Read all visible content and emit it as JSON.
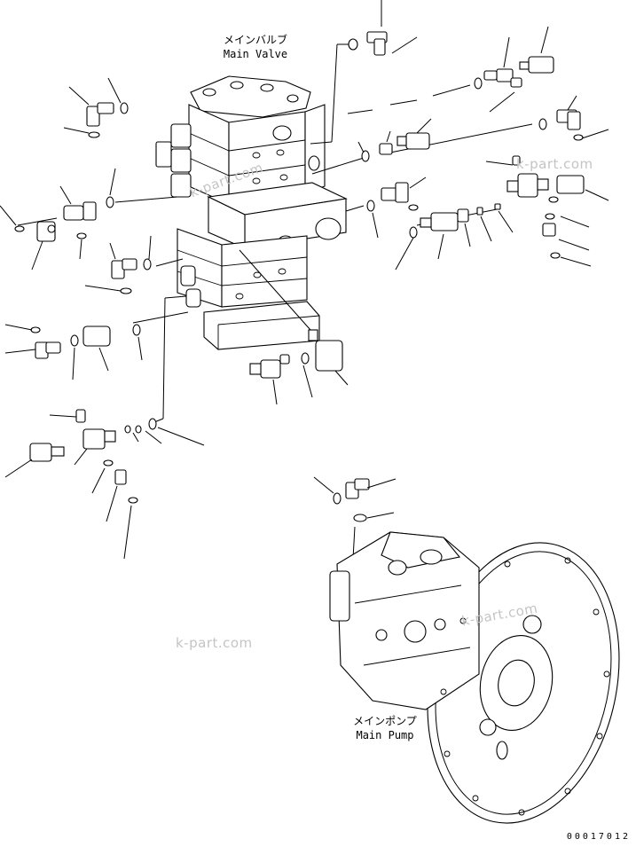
{
  "diagram": {
    "main_valve_label_jp": "メインバルブ",
    "main_valve_label_en": "Main Valve",
    "main_pump_label_jp": "メインポンプ",
    "main_pump_label_en": "Main Pump",
    "reference_number": "00017012",
    "watermarks": [
      "k-part.com",
      "k-part.com",
      "k-part.com",
      "k-part.com"
    ]
  }
}
